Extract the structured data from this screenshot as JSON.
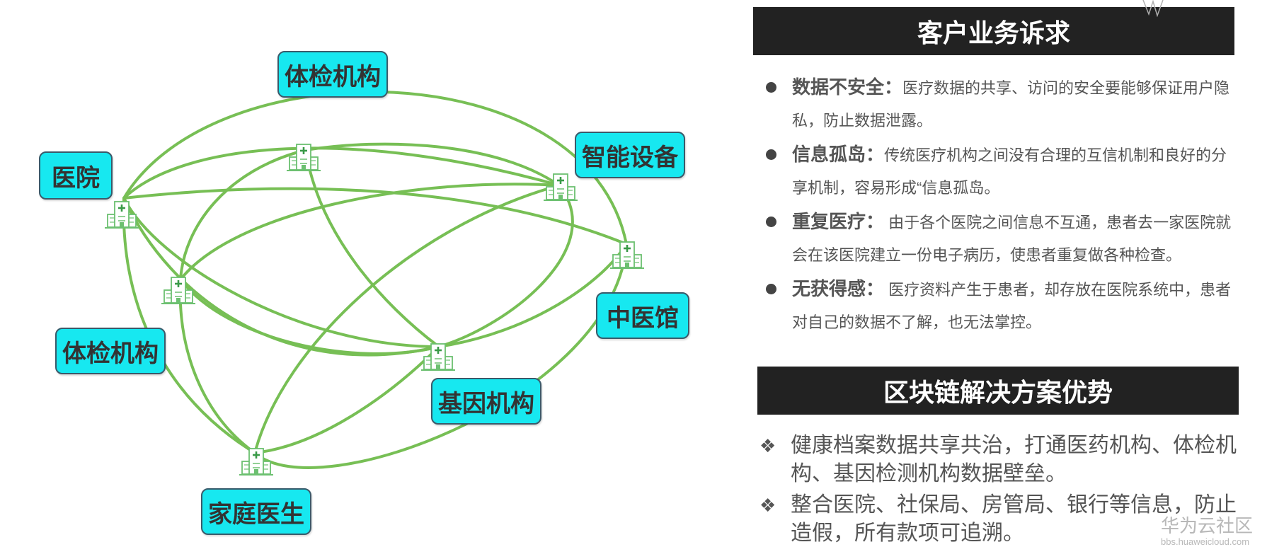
{
  "diagram": {
    "labels": {
      "top_checkup": "体检机构",
      "hospital": "医院",
      "smart_device": "智能设备",
      "left_checkup": "体检机构",
      "tcm": "中医馆",
      "gene": "基因机构",
      "family_doctor": "家庭医生"
    },
    "icons": [
      "hospital-building-icon"
    ],
    "colors": {
      "edge": "#77bf55",
      "label_fill": "#17e8f0",
      "icon": "#6cc070"
    }
  },
  "demands": {
    "title": "客户业务诉求",
    "items": [
      {
        "term": "数据不安全：",
        "text": "医疗数据的共享、访问的安全要能够保证用户隐私，防止数据泄露。"
      },
      {
        "term": "信息孤岛：",
        "text": "传统医疗机构之间没有合理的互信机制和良好的分享机制，容易形成“信息孤岛。"
      },
      {
        "term": "重复医疗：",
        "text": " 由于各个医院之间信息不互通，患者去一家医院就会在该医院建立一份电子病历，使患者重复做各种检查。"
      },
      {
        "term": "无获得感：",
        "text": " 医疗资料产生于患者，却存放在医院系统中，患者对自己的数据不了解，也无法掌控。"
      }
    ]
  },
  "advantages": {
    "title": "区块链解决方案优势",
    "bullet_icon": "diamond-bullet-icon",
    "items": [
      "健康档案数据共享共治，打通医药机构、体检机构、基因检测机构数据壁垒。",
      "整合医院、社保局、房管局、银行等信息，防止造假，所有款项可追溯。"
    ]
  },
  "watermark": {
    "brand": "华为云社区",
    "url": "bbs.huaweicloud.com"
  }
}
